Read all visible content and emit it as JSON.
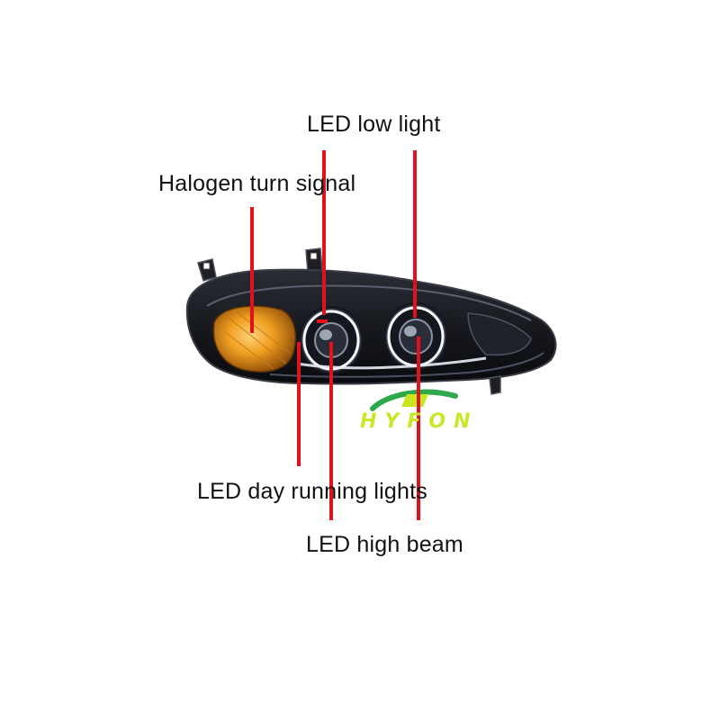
{
  "labels": {
    "low_light": "LED low light",
    "turn_signal": "Halogen turn signal",
    "day_running": "LED day running lights",
    "high_beam": "LED high beam"
  },
  "watermark": {
    "text": "HYFON"
  },
  "colors": {
    "pointer": "#e0121b",
    "turn_signal_amber": "#f0a020",
    "housing": "#1a1c22",
    "watermark": "#c8e61e"
  }
}
